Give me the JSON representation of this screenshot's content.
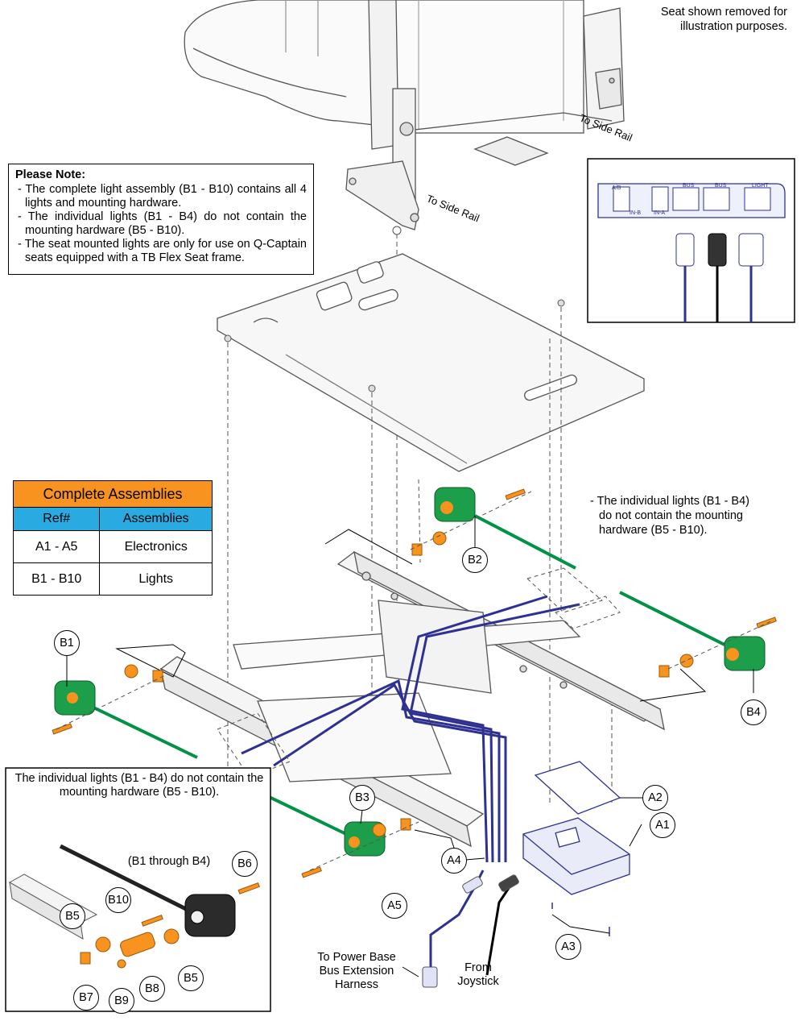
{
  "notes": {
    "seat_removed": "Seat shown removed for illustration purposes.",
    "to_side_rail_right": "To Side Rail",
    "to_side_rail_left": "To Side Rail",
    "please_note_title": "Please Note:",
    "please_note_items": [
      "- The complete light assembly (B1 - B10) contains all 4 lights and mounting hardware.",
      "- The individual lights (B1 - B4) do not contain the mounting hardware (B5 - B10).",
      "- The seat mounted lights are only for use on Q-Captain seats equipped with a TB Flex Seat frame."
    ],
    "individual_lights": "- The individual lights (B1 - B4) do not contain the mounting hardware (B5 - B10).",
    "inset_note": "The individual lights (B1 - B4) do not contain the mounting hardware (B5 - B10).",
    "b1_through_b4": "(B1 through B4)",
    "to_power_base": "To Power Base Bus Extension Harness",
    "from_joystick": "From Joystick"
  },
  "connector_labels": {
    "a_b": "A/B",
    "in_b": "IN-B",
    "in_a": "IN-A",
    "bus1": "BUS",
    "bus2": "BUS",
    "light": "LIGHT"
  },
  "table": {
    "caption": "Complete Assemblies",
    "headers": [
      "Ref#",
      "Assemblies"
    ],
    "rows": [
      {
        "ref": "A1 - A5",
        "assembly": "Electronics"
      },
      {
        "ref": "B1 - B10",
        "assembly": "Lights"
      }
    ]
  },
  "callouts": {
    "B1": "B1",
    "B2": "B2",
    "B3": "B3",
    "B4": "B4",
    "A1": "A1",
    "A2": "A2",
    "A3": "A3",
    "A4": "A4",
    "A5": "A5",
    "B5a": "B5",
    "B5b": "B5",
    "B6": "B6",
    "B7": "B7",
    "B8": "B8",
    "B9": "B9",
    "B10": "B10"
  },
  "colors": {
    "harness": "#2e3192",
    "light_green": "#009245",
    "hardware_orange": "#f7931e",
    "table_caption": "#f7931e",
    "table_header": "#29abe2"
  }
}
